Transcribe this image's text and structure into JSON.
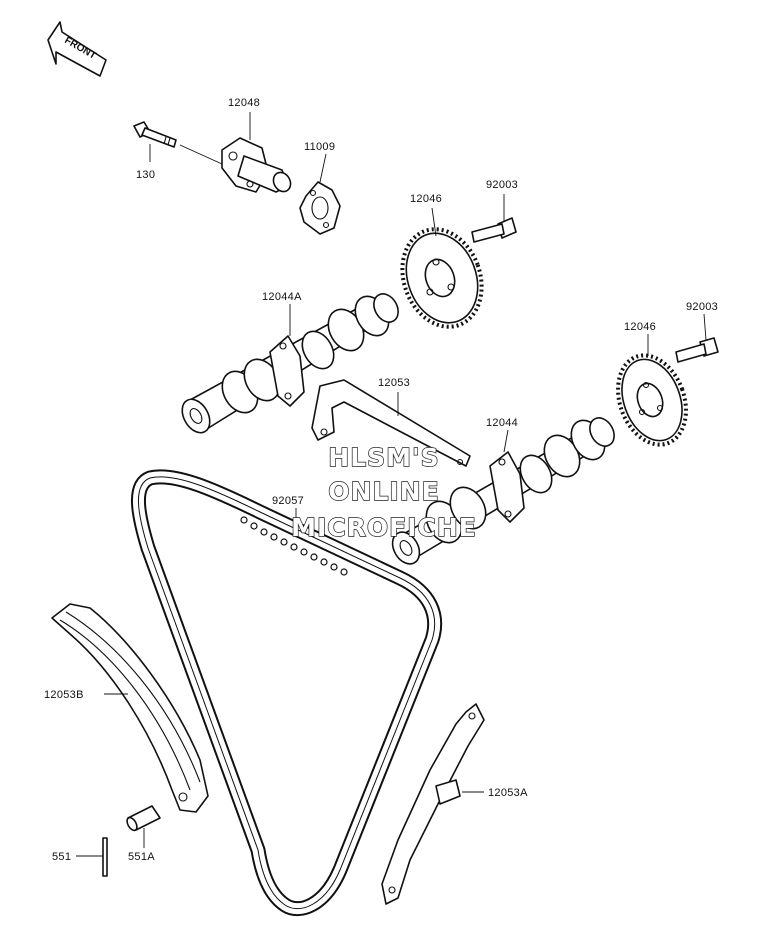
{
  "orientation": {
    "label": "FRONT"
  },
  "watermark": {
    "line1": "HLSM'S",
    "line2": "ONLINE",
    "line3": "MICROFICHE"
  },
  "callouts": {
    "p12048": "12048",
    "p130": "130",
    "p11009": "11009",
    "p92003_a": "92003",
    "p12046_a": "12046",
    "p12044A": "12044A",
    "p92003_b": "92003",
    "p12046_b": "12046",
    "p12053": "12053",
    "p12044": "12044",
    "p92057": "92057",
    "p12053B": "12053B",
    "p12053A": "12053A",
    "p551": "551",
    "p551A": "551A"
  }
}
